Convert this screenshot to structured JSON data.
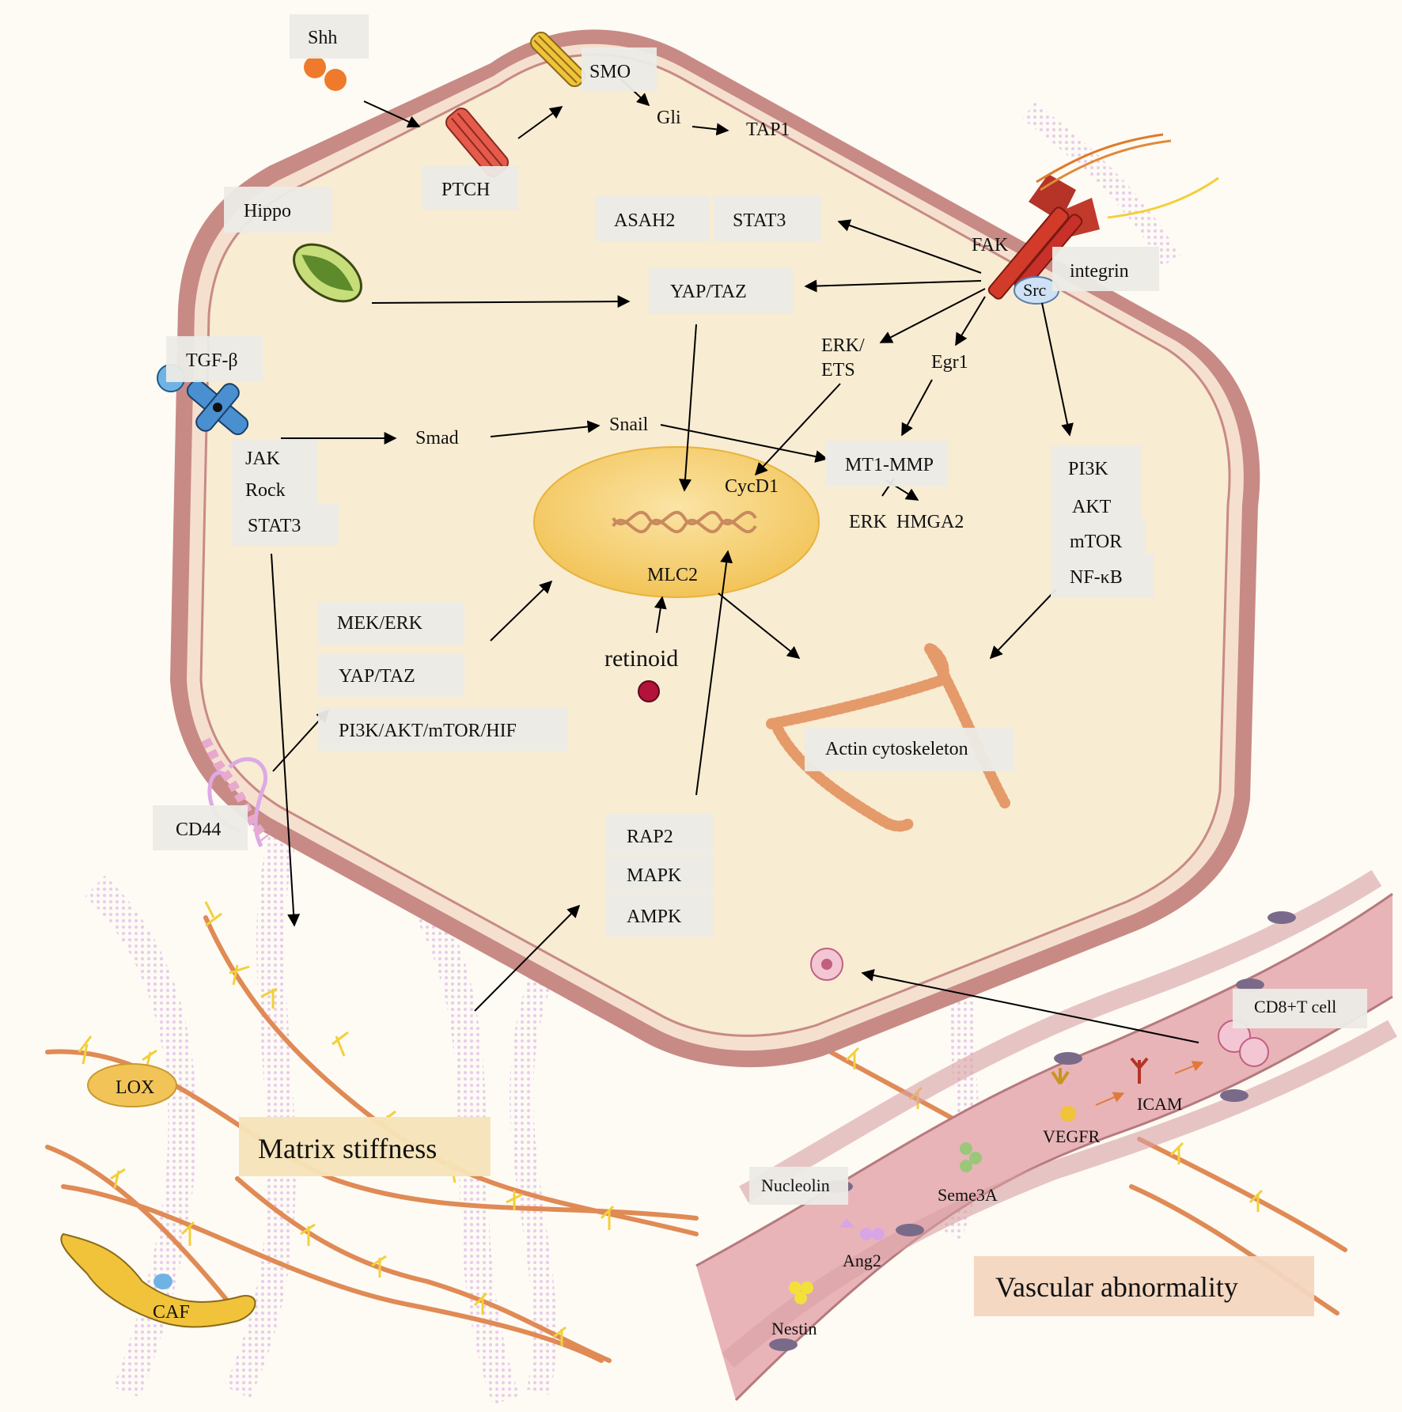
{
  "labels": {
    "shh": "Shh",
    "smo": "SMO",
    "ptch": "PTCH",
    "gli": "Gli",
    "tap1": "TAP1",
    "hippo": "Hippo",
    "asah2": "ASAH2",
    "stat3_top": "STAT3",
    "fak": "FAK",
    "integrin": "integrin",
    "src": "Src",
    "yap_taz_top": "YAP/TAZ",
    "erk_ets": "ERK/\nETS",
    "egr1": "Egr1",
    "tgfb": "TGF-β",
    "smad": "Smad",
    "snail": "Snail",
    "jak": "JAK",
    "rock": "Rock",
    "stat3_left": "STAT3",
    "mt1mmp": "MT1-MMP",
    "erk_hmga2": "ERK  HMGA2",
    "cycd1": "CycD1",
    "mlc2": "MLC2",
    "pi3k": "PI3K",
    "akt": "AKT",
    "mtor": "mTOR",
    "nfkb": "NF-κB",
    "mek_erk": "MEK/ERK",
    "yap_taz_low": "YAP/TAZ",
    "pi3k_akt_mtor_hif": "PI3K/AKT/mTOR/HIF",
    "retinoid": "retinoid",
    "actin": "Actin cytoskeleton",
    "cd44": "CD44",
    "rap2": "RAP2",
    "mapk": "MAPK",
    "ampk": "AMPK",
    "lox": "LOX",
    "matrix_stiffness": "Matrix stiffness",
    "caf": "CAF",
    "cd8": "CD8+T cell",
    "icam": "ICAM",
    "vegfr": "VEGFR",
    "nucleolin": "Nucleolin",
    "seme3a": "Seme3A",
    "ang2": "Ang2",
    "nestin": "Nestin",
    "vascular": "Vascular abnormality"
  },
  "colors": {
    "cell_fill": "#f8ecd2",
    "membrane": "#c88a85",
    "nucleus": "#f5cd6a",
    "fiber": "#e08a55",
    "fiber_halo": "#e6c2ee",
    "vessel": "#e8b4b8",
    "actin": "#e59a6a"
  }
}
